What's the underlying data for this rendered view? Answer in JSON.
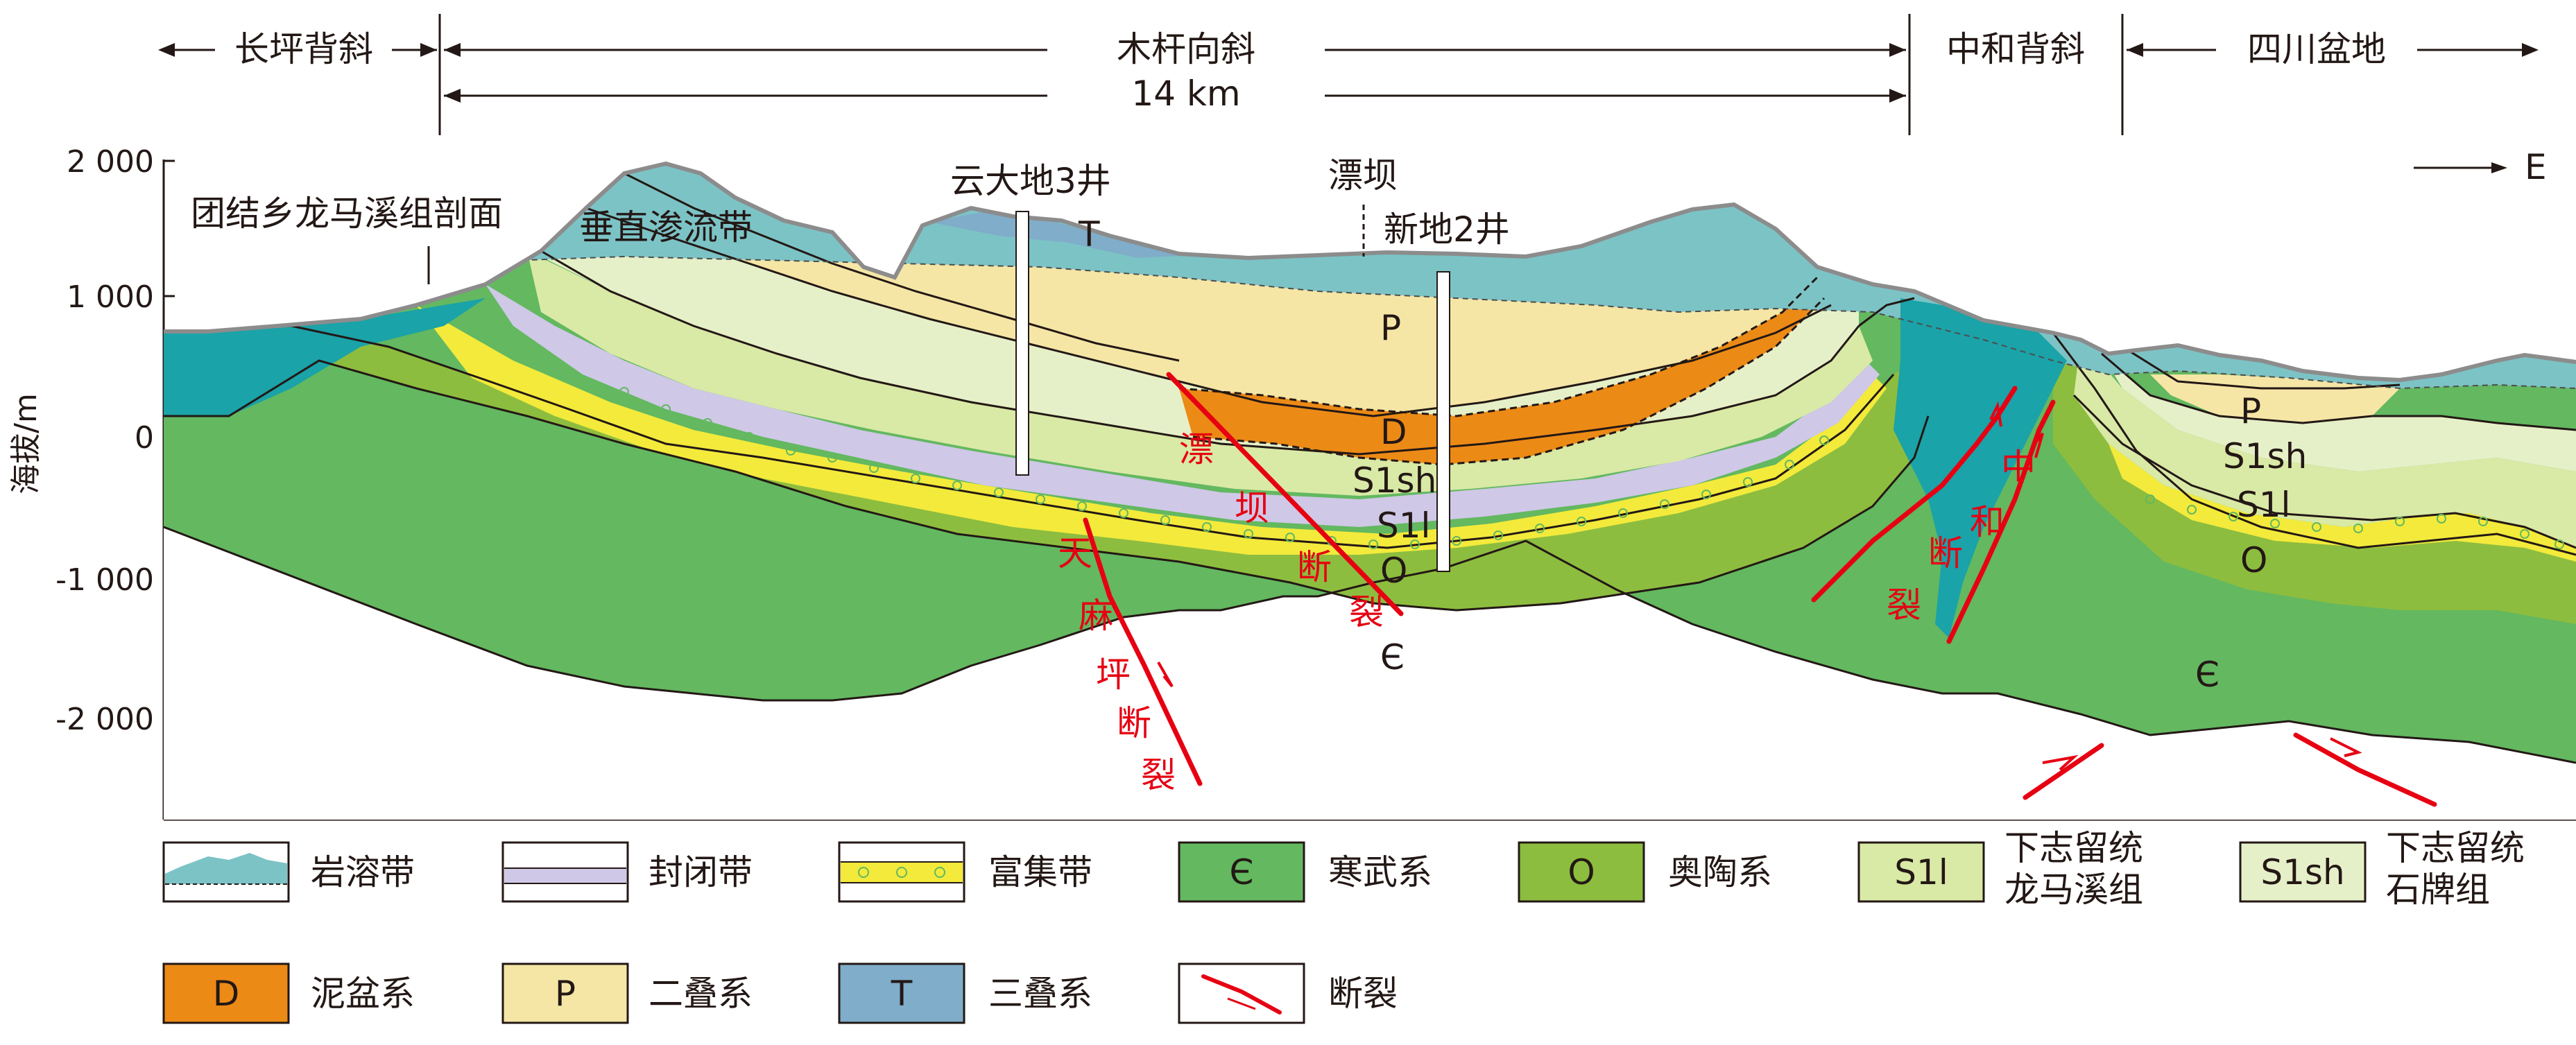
{
  "structures": {
    "changping": "长坪背斜",
    "muqian": "木杆向斜",
    "muqian_width": "14 km",
    "zhonghe": "中和背斜",
    "sichuan": "四川盆地"
  },
  "compass": "E",
  "y_axis": {
    "label": "海拔/m",
    "ticks": [
      "2 000",
      "1 000",
      "0",
      "-1 000",
      "-2 000"
    ]
  },
  "labels": {
    "profile": "团结乡龙马溪组剖面",
    "vertical_zone": "垂直渗流带",
    "well_yun": "云大地3井",
    "piaoba": "漂坝",
    "well_xin": "新地2井",
    "T": "T",
    "P": "P",
    "D": "D",
    "S1sh": "S1sh",
    "S1l": "S1l",
    "O": "O",
    "Cam": "Є",
    "P_right": "P",
    "S1sh_right": "S1sh",
    "S1l_right": "S1l",
    "O_right": "O",
    "Cam_right": "Є"
  },
  "faults": {
    "piaoba": [
      "漂",
      "坝",
      "断",
      "裂"
    ],
    "tianmaping": [
      "天",
      "麻",
      "坪",
      "断",
      "裂"
    ],
    "zhonghe": [
      "中",
      "和",
      "断",
      "裂"
    ]
  },
  "legend": [
    {
      "key": "karst",
      "label": "岩溶带"
    },
    {
      "key": "seal",
      "label": "封闭带"
    },
    {
      "key": "enrich",
      "label": "富集带"
    },
    {
      "key": "cambrian",
      "symbol": "Є",
      "label": "寒武系"
    },
    {
      "key": "ordovician",
      "symbol": "O",
      "label": "奥陶系"
    },
    {
      "key": "s1l",
      "symbol": "S1l",
      "label": "下志留统\n龙马溪组"
    },
    {
      "key": "s1sh",
      "symbol": "S1sh",
      "label": "下志留统\n石牌组"
    },
    {
      "key": "devonian",
      "symbol": "D",
      "label": "泥盆系"
    },
    {
      "key": "permian",
      "symbol": "P",
      "label": "二叠系"
    },
    {
      "key": "triassic",
      "symbol": "T",
      "label": "三叠系"
    },
    {
      "key": "fault",
      "label": "断裂"
    }
  ],
  "colors": {
    "cambrian": "#63b860",
    "ordovician": "#8dbd3f",
    "s1l": "#d9e9a6",
    "s1sh": "#e6f0c8",
    "permian": "#f5e6a6",
    "devonian": "#ec8a16",
    "triassic": "#80adc9",
    "karst": "#7cc3c6",
    "deep_karst": "#1aa3a8",
    "enrich": "#f3ea3b",
    "seal": "#cfc8e6",
    "fault": "#e60012"
  }
}
